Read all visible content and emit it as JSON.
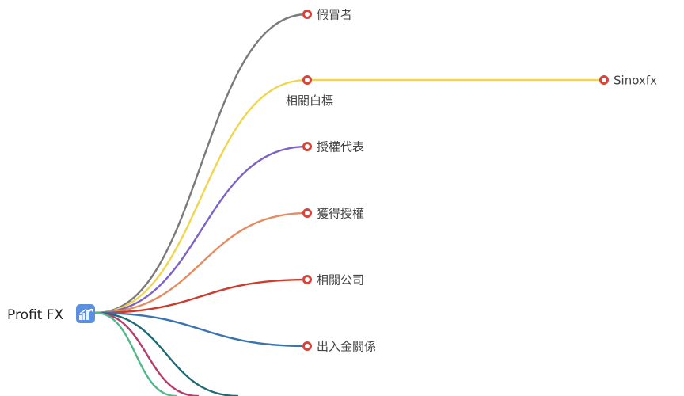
{
  "root": {
    "label": "Profit FX",
    "icon": "profit-fx-logo-icon",
    "icon_color": "#5b8fe0"
  },
  "branches": [
    {
      "id": "impostor",
      "label": "假冒者",
      "color": "#7a7a7a"
    },
    {
      "id": "white-label",
      "label": "相關白標",
      "color": "#f2d54e",
      "children": [
        {
          "id": "sinoxfx",
          "label": "Sinoxfx"
        }
      ]
    },
    {
      "id": "authorized-rep",
      "label": "授權代表",
      "color": "#7b62c8"
    },
    {
      "id": "obtained-auth",
      "label": "獲得授權",
      "color": "#e48b5f"
    },
    {
      "id": "related-company",
      "label": "相關公司",
      "color": "#cc3b2b"
    },
    {
      "id": "fund-relation",
      "label": "出入金關係",
      "color": "#3a73b0"
    },
    {
      "id": "offscreen-1",
      "label": "",
      "color": "#1f6b75"
    },
    {
      "id": "offscreen-2",
      "label": "",
      "color": "#b63d6a"
    },
    {
      "id": "offscreen-3",
      "label": "",
      "color": "#4fb98a"
    }
  ],
  "node_marker_color": "#d6453b"
}
